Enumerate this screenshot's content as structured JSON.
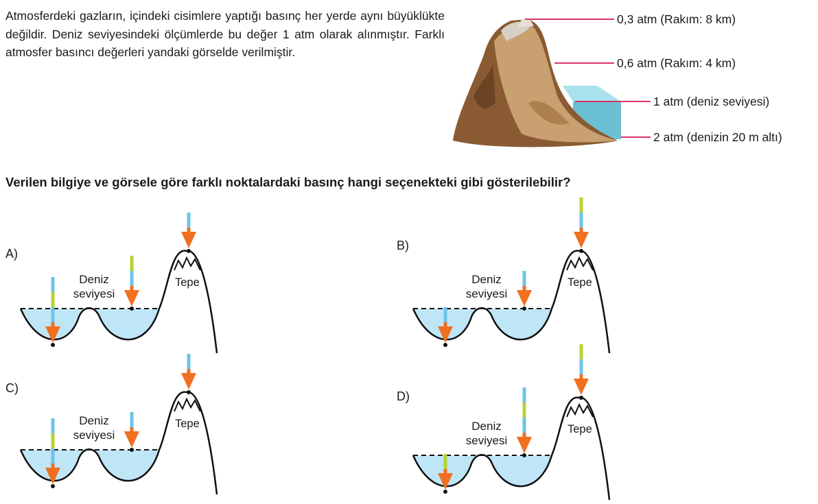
{
  "intro_text": "Atmosferdeki gazların, içindeki cisimlere yaptığı basınç her yerde aynı büyüklükte değildir. Deniz seviyesindeki ölçümlerde bu değer 1 atm olarak alınmıştır. Farklı atmosfer basıncı değerleri yandaki görselde verilmiştir.",
  "pressure_labels": [
    "0,3 atm (Rakım: 8 km)",
    "0,6 atm (Rakım: 4 km)",
    "1 atm (deniz seviyesi)",
    "2 atm (denizin 20 m altı)"
  ],
  "question": "Verilen bilgiye ve görsele göre farklı noktalardaki basınç hangi seçenekteki gibi gösterilebilir?",
  "options": [
    {
      "letter": "A)",
      "sea_label": "Deniz\nseviyesi",
      "peak_label": "Tepe"
    },
    {
      "letter": "B)",
      "sea_label": "Deniz\nseviyesi",
      "peak_label": "Tepe"
    },
    {
      "letter": "C)",
      "sea_label": "Deniz\nseviyesi",
      "peak_label": "Tepe"
    },
    {
      "letter": "D)",
      "sea_label": "Deniz\nseviyesi",
      "peak_label": "Tepe"
    }
  ],
  "colors": {
    "water": "#bfe6f6",
    "arrow": "#f07020",
    "bar_blue": "#6cc4e8",
    "bar_green": "#b5d433",
    "leader_line": "#d6336c",
    "mountain_dark": "#7a5230",
    "mountain_light": "#c9a070",
    "sea_box": "#6cc0d4"
  }
}
